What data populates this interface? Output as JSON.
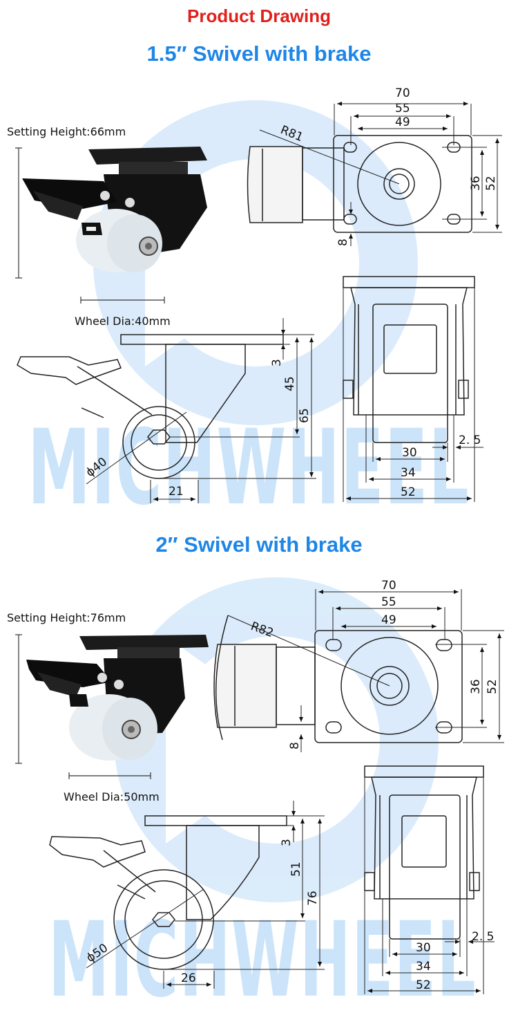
{
  "page_title": "Product Drawing",
  "watermark": "MICHWHEEL",
  "colors": {
    "title": "#e0201b",
    "section": "#1e86e6",
    "watermark": "#a9d3f7"
  },
  "sections": [
    {
      "title": "1.5″ Swivel with brake",
      "setting_height": "Setting Height:66mm",
      "wheel_dia": "Wheel Dia:40mm",
      "top_view": {
        "w70": "70",
        "w55": "55",
        "w49": "49",
        "h36": "36",
        "h52": "52",
        "radius": "R81",
        "d8": "8"
      },
      "side_view": {
        "d3": "3",
        "d45": "45",
        "d65": "65",
        "diameter": "ϕ40",
        "offset": "21"
      },
      "front_view": {
        "d2_5": "2. 5",
        "d30": "30",
        "d34": "34",
        "d52": "52"
      }
    },
    {
      "title": "2″ Swivel with brake",
      "setting_height": "Setting Height:76mm",
      "wheel_dia": "Wheel Dia:50mm",
      "top_view": {
        "w70": "70",
        "w55": "55",
        "w49": "49",
        "h36": "36",
        "h52": "52",
        "radius": "R82",
        "d8": "8"
      },
      "side_view": {
        "d3": "3",
        "d51": "51",
        "d76": "76",
        "diameter": "ϕ50",
        "offset": "26"
      },
      "front_view": {
        "d2_5": "2. 5",
        "d30": "30",
        "d34": "34",
        "d52": "52"
      }
    }
  ]
}
